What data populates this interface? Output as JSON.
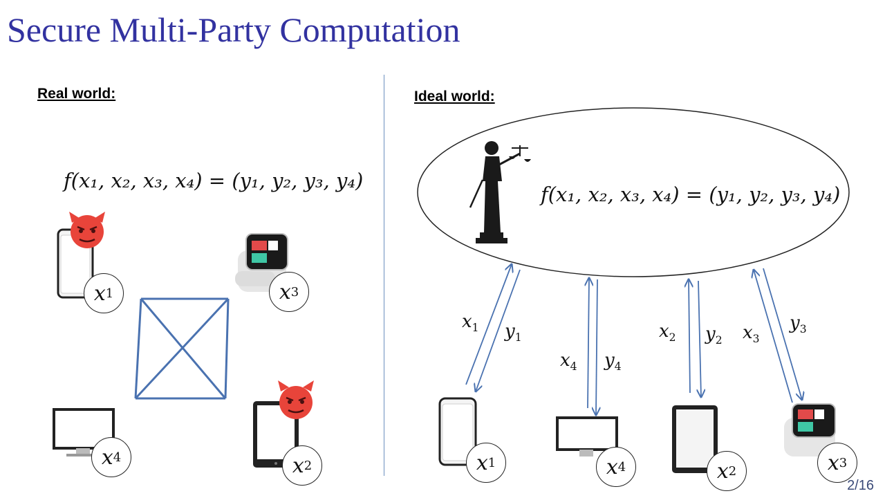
{
  "slide": {
    "title": "Secure Multi-Party Computation",
    "page_number": "2/16"
  },
  "real_world": {
    "label": "Real world:",
    "formula": "f(x₁, x₂, x₃, x₄) = (y₁, y₂, y₃, y₄)",
    "parties": {
      "p1": {
        "var": "x",
        "sub": "1",
        "device": "smartphone",
        "corrupted": true
      },
      "p2": {
        "var": "x",
        "sub": "2",
        "device": "tablet",
        "corrupted": true
      },
      "p3": {
        "var": "x",
        "sub": "3",
        "device": "smartwatch",
        "corrupted": false
      },
      "p4": {
        "var": "x",
        "sub": "4",
        "device": "monitor",
        "corrupted": false
      }
    }
  },
  "ideal_world": {
    "label": "Ideal world:",
    "formula": "f(x₁, x₂, x₃, x₄) = (y₁, y₂, y₃, y₄)",
    "trusted_party_icon": "lady-justice-statue",
    "parties": {
      "p1": {
        "var": "x",
        "sub": "1",
        "device": "smartphone"
      },
      "p4": {
        "var": "x",
        "sub": "4",
        "device": "monitor"
      },
      "p2": {
        "var": "x",
        "sub": "2",
        "device": "tablet"
      },
      "p3": {
        "var": "x",
        "sub": "3",
        "device": "smartwatch"
      }
    },
    "arrow_labels": {
      "in1": {
        "var": "x",
        "sub": "1"
      },
      "out1": {
        "var": "y",
        "sub": "1"
      },
      "in4": {
        "var": "x",
        "sub": "4"
      },
      "out4": {
        "var": "y",
        "sub": "4"
      },
      "in2": {
        "var": "x",
        "sub": "2"
      },
      "out2": {
        "var": "y",
        "sub": "2"
      },
      "in3": {
        "var": "x",
        "sub": "3"
      },
      "out3": {
        "var": "y",
        "sub": "3"
      }
    }
  },
  "colors": {
    "title": "#3232a0",
    "lines": "#4a72b0",
    "devil": "#e8443a"
  }
}
